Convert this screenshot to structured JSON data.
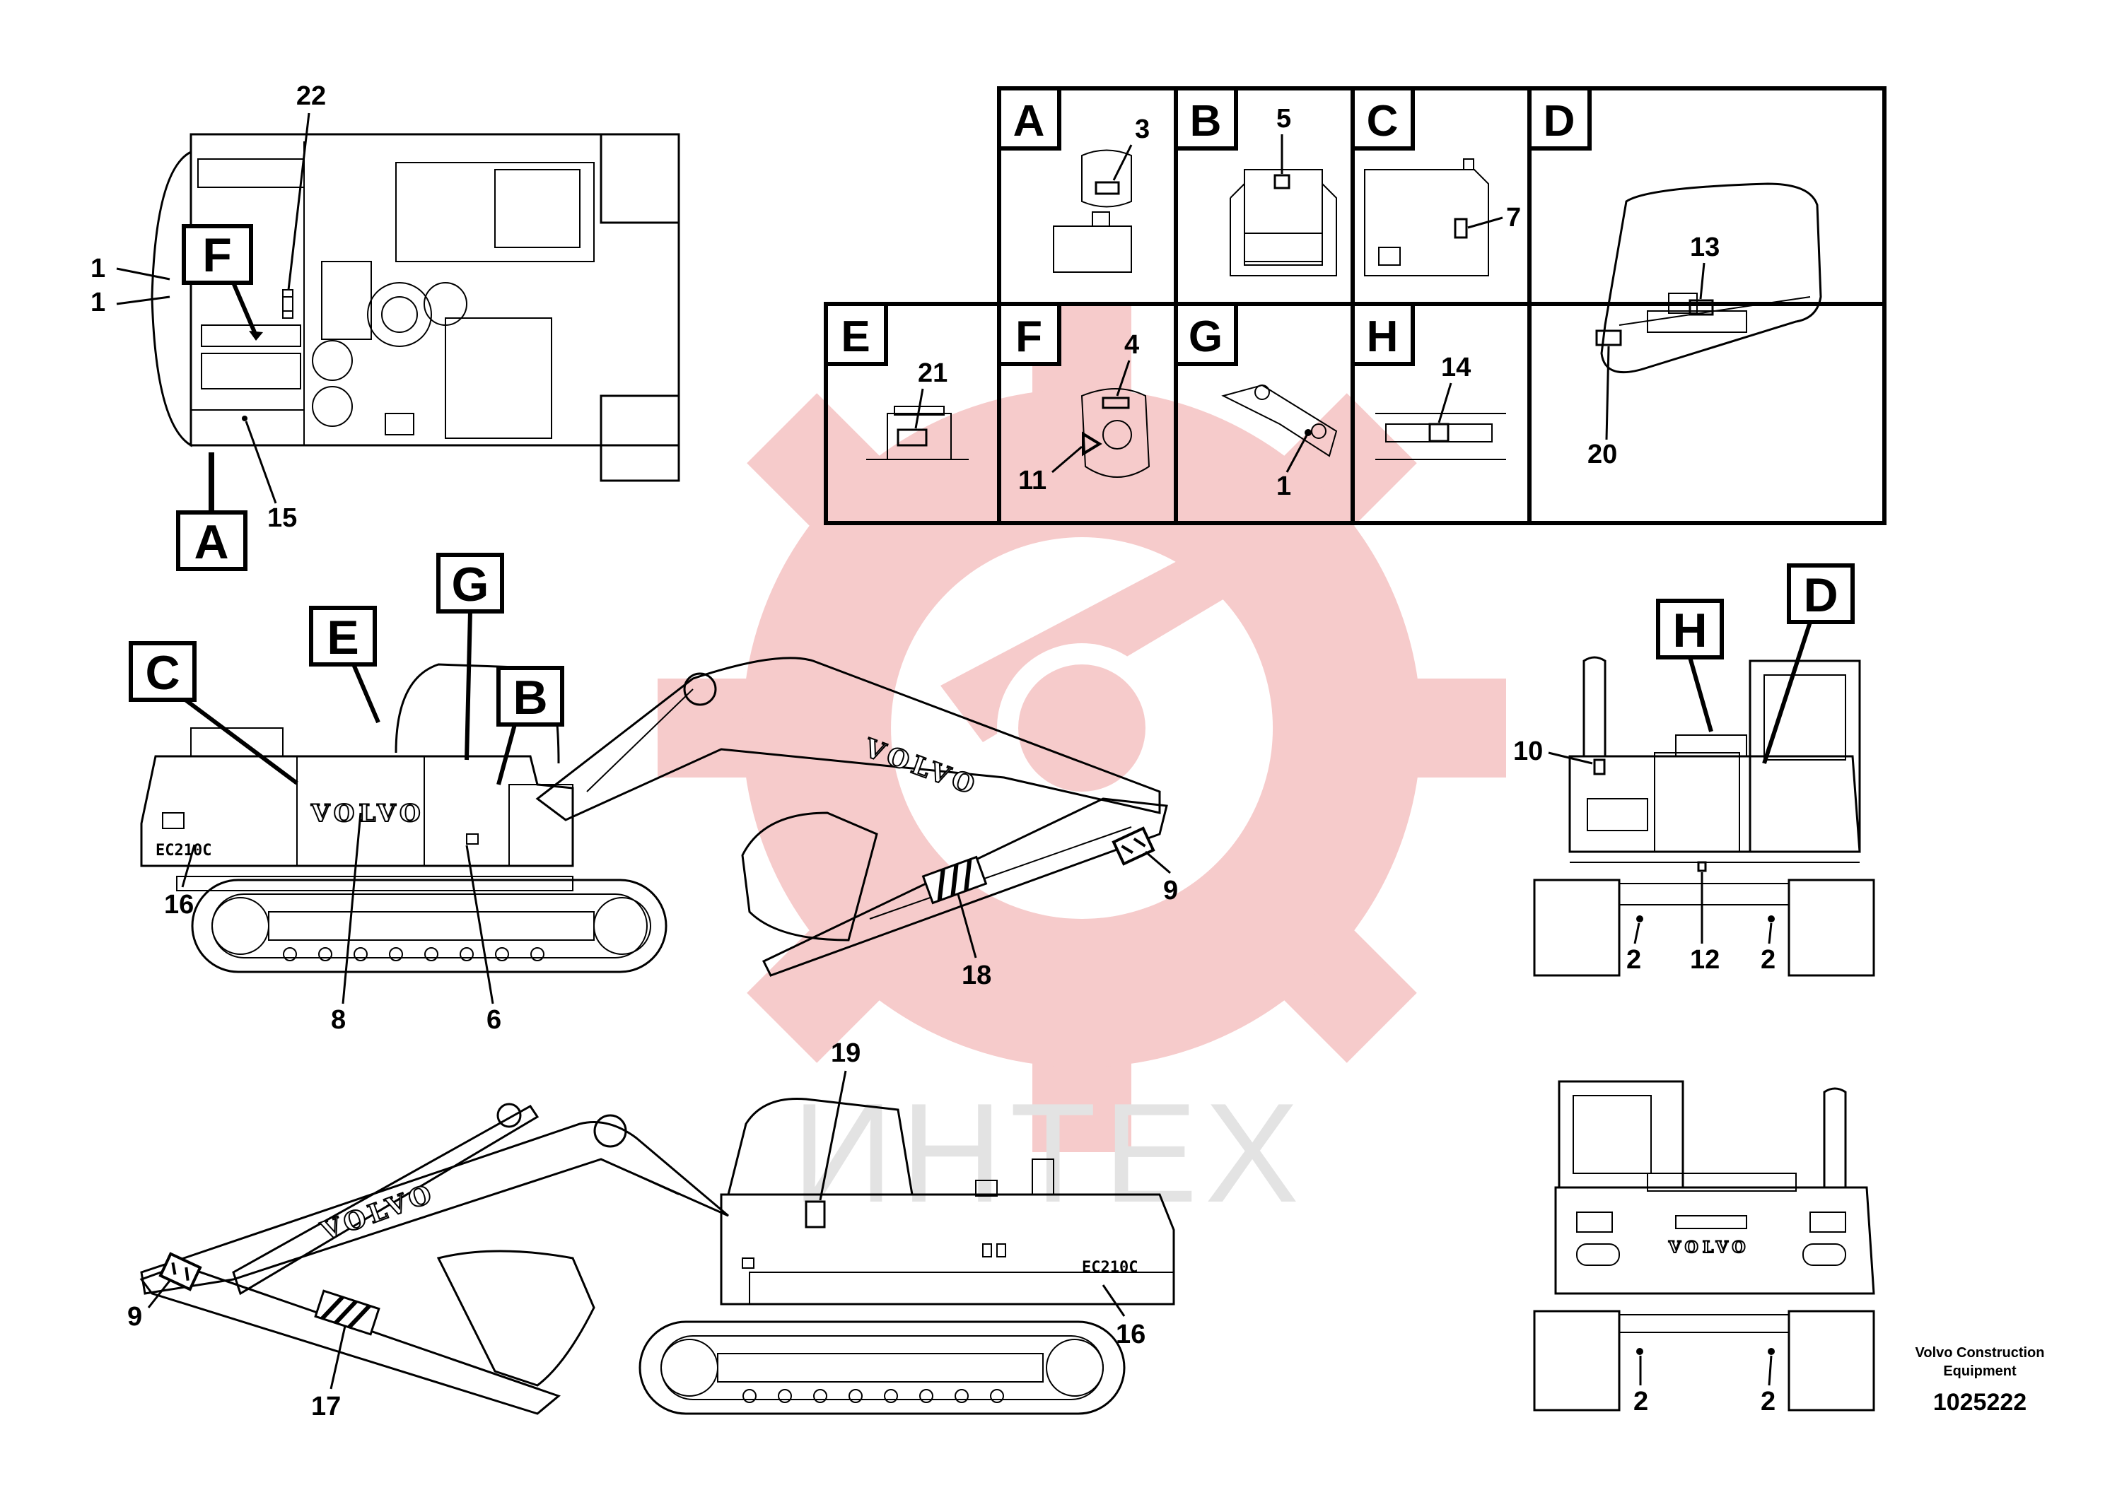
{
  "watermark": {
    "text": "ИНТЕХ",
    "gear_color": "#f6c9c9",
    "text_color": "#e3e3e3"
  },
  "brand": {
    "boom_logo": "VOLVO",
    "body_logo": "VOLVO",
    "model": "EC210C"
  },
  "detail_panels": [
    {
      "letter": "A",
      "labels": [
        "3"
      ]
    },
    {
      "letter": "B",
      "labels": [
        "5"
      ]
    },
    {
      "letter": "C",
      "labels": [
        "7"
      ]
    },
    {
      "letter": "D",
      "labels": [
        "13",
        "20"
      ]
    },
    {
      "letter": "E",
      "labels": [
        "21"
      ]
    },
    {
      "letter": "F",
      "labels": [
        "4",
        "11"
      ]
    },
    {
      "letter": "G",
      "labels": [
        "1"
      ]
    },
    {
      "letter": "H",
      "labels": [
        "14"
      ]
    }
  ],
  "callouts": {
    "top_view": {
      "letters": [
        "F",
        "A"
      ],
      "numbers": [
        "22",
        "1",
        "1",
        "15"
      ]
    },
    "side_view_left": {
      "letters": [
        "C",
        "E",
        "G",
        "B"
      ],
      "numbers": [
        "16",
        "8",
        "6",
        "18",
        "9"
      ]
    },
    "side_view_right": {
      "numbers": [
        "19",
        "9",
        "17",
        "16"
      ]
    },
    "front_view": {
      "letters": [
        "H",
        "D"
      ],
      "numbers": [
        "10",
        "2",
        "12",
        "2"
      ]
    },
    "rear_view": {
      "numbers": [
        "2",
        "2"
      ]
    }
  },
  "footer": {
    "company_line1": "Volvo Construction",
    "company_line2": "Equipment",
    "doc_number": "1025222"
  }
}
